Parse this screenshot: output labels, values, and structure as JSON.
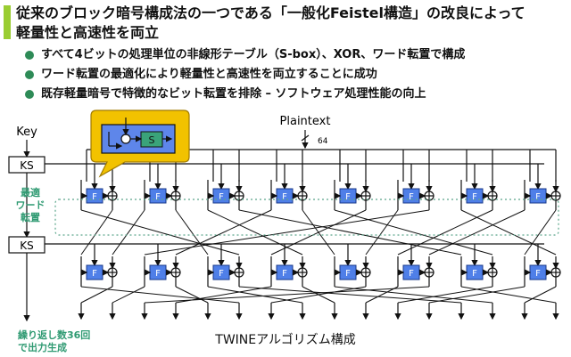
{
  "header": {
    "title_line1": "従来のブロック暗号構成法の一つである「一般化Feistel構造」の改良によって",
    "title_line2": "軽量性と高速性を両立"
  },
  "bullets": [
    "すべて4ビットの処理単位の非線形テーブル（S-box）、XOR、ワード転置で構成",
    "ワード転置の最適化により軽量性と高速性を両立することに成功",
    "既存軽量暗号で特徴的なビット転置を排除 – ソフトウェア処理性能の向上"
  ],
  "diagram": {
    "key_label": "Key",
    "ks_label": "KS",
    "plaintext_label": "Plaintext",
    "plaintext_bits": "64",
    "f_label": "F",
    "s_label": "S",
    "shuffle_note": [
      "最適",
      "ワード",
      "転置"
    ],
    "repeat_note_line1": "繰り返し数36回",
    "repeat_note_line2": "で出力生成",
    "caption": "TWINEアルゴリズム構成",
    "colors": {
      "f_box": "#4f7fe8",
      "s_box": "#3aa37a",
      "callout": "#f2c200",
      "note_green": "#2f9a72",
      "dotted_box": "#5aa58a"
    }
  }
}
